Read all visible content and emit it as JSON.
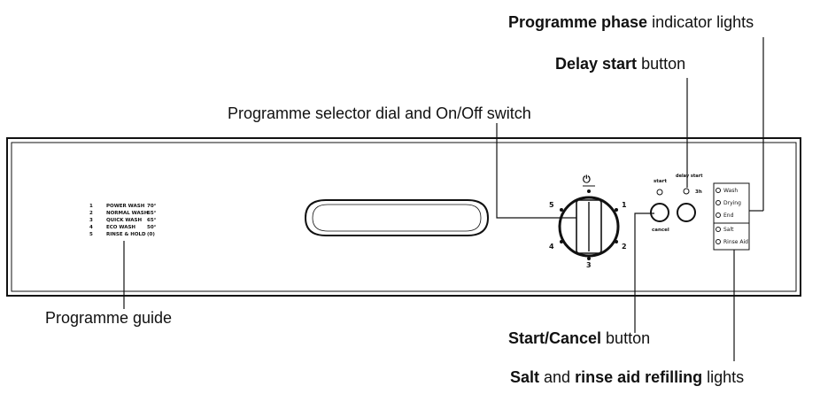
{
  "callouts": {
    "phase_lights": {
      "bold": "Programme phase",
      "rest": " indicator lights"
    },
    "delay_start": {
      "bold": "Delay start",
      "rest": " button"
    },
    "selector": {
      "text": "Programme selector dial and On/Off switch"
    },
    "guide": {
      "text": "Programme guide"
    },
    "start_cancel": {
      "bold": "Start/Cancel",
      "rest": " button"
    },
    "salt_rinse": {
      "bold1": "Salt",
      "mid": " and ",
      "bold2": "rinse aid refilling",
      "rest": " lights"
    }
  },
  "programme_guide": [
    {
      "num": "1",
      "name": "POWER WASH",
      "temp": "70°"
    },
    {
      "num": "2",
      "name": "NORMAL WASH",
      "temp": "65°"
    },
    {
      "num": "3",
      "name": "QUICK WASH",
      "temp": "65°"
    },
    {
      "num": "4",
      "name": "ECO WASH",
      "temp": "50°"
    },
    {
      "num": "5",
      "name": "RINSE & HOLD",
      "temp": "(0)"
    }
  ],
  "dial": {
    "power_symbol": "⏻",
    "positions": [
      "1",
      "2",
      "3",
      "4",
      "5"
    ]
  },
  "buttons": {
    "start": "start",
    "cancel": "cancel",
    "delay_start": "delay start",
    "delay_hours": "3h"
  },
  "phase_lights": [
    "Wash",
    "Drying",
    "End"
  ],
  "refill_lights": [
    "Salt",
    "Rinse Aid"
  ]
}
